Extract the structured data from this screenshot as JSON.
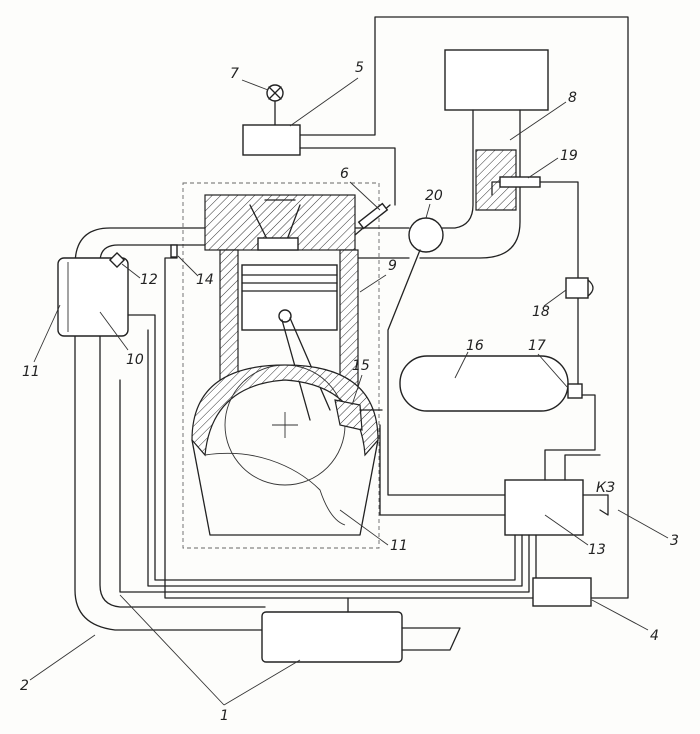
{
  "labels": {
    "l1": "1",
    "l2": "2",
    "l3": "3",
    "l4": "4",
    "l5": "5",
    "l6": "6",
    "l7": "7",
    "l8": "8",
    "l9": "9",
    "l10": "10",
    "l11a": "11",
    "l11b": "11",
    "l12": "12",
    "l13": "13",
    "l14": "14",
    "l15": "15",
    "l16": "16",
    "l17": "17",
    "l18": "18",
    "l19": "19",
    "l20": "20",
    "kz": "КЗ"
  }
}
